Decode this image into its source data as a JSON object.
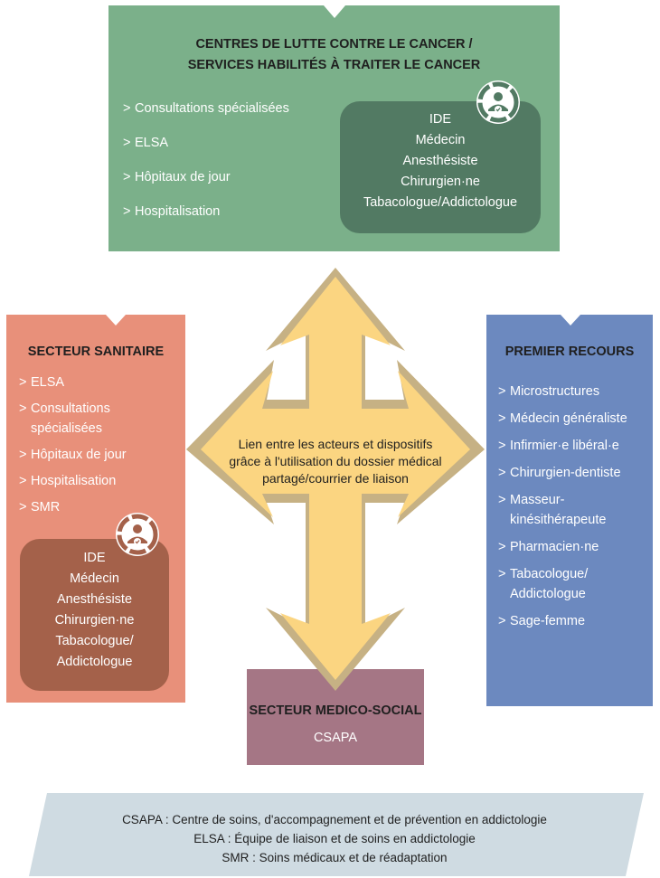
{
  "centres": {
    "title_line1": "CENTRES DE LUTTE CONTRE LE CANCER /",
    "title_line2": "SERVICES HABILITÉS À TRAITER LE CANCER",
    "items": [
      "Consultations spécialisées",
      "ELSA",
      "Hôpitaux de jour",
      "Hospitalisation"
    ],
    "staff": [
      "IDE",
      "Médecin",
      "Anesthésiste",
      "Chirurgien·ne",
      "Tabacologue/Addictologue"
    ]
  },
  "sanitaire": {
    "title": "SECTEUR SANITAIRE",
    "items": [
      "ELSA",
      "Consultations spécialisées",
      "Hôpitaux de jour",
      "Hospitalisation",
      "SMR"
    ],
    "staff": [
      "IDE",
      "Médecin",
      "Anesthésiste",
      "Chirurgien·ne",
      "Tabacologue/",
      "Addictologue"
    ]
  },
  "premier": {
    "title": "PREMIER RECOURS",
    "items": [
      "Microstructures",
      "Médecin généraliste",
      "Infirmier·e libéral·e",
      "Chirurgien-dentiste",
      "Masseur-kinésithérapeute",
      "Pharmacien·ne",
      "Tabacologue/ Addictologue",
      "Sage-femme"
    ]
  },
  "medico": {
    "title": "SECTEUR MEDICO-SOCIAL",
    "item": "CSAPA"
  },
  "center": {
    "line1": "Lien entre les acteurs et dispositifs",
    "line2": "grâce à l'utilisation du dossier médical",
    "line3": "partagé/courrier de liaison"
  },
  "footer": {
    "line1": "CSAPA : Centre de soins, d'accompagnement et de prévention en addictologie",
    "line2": "ELSA : Équipe de liaison et de soins en addictologie",
    "line3": "SMR : Soins médicaux et de réadaptation"
  },
  "bullet": ">",
  "icons": [
    "team-badge-icon",
    "team-badge-icon"
  ],
  "colors": {
    "green_box": "#7bb08a",
    "green_inner": "#527a63",
    "orange_box": "#e8907a",
    "orange_inner": "#a4614a",
    "blue_box": "#6c89bf",
    "mauve_box": "#a57685",
    "arrow_fill": "#fbd581",
    "arrow_shadow": "#c6b184",
    "footer_bg": "#cfdbe2"
  }
}
